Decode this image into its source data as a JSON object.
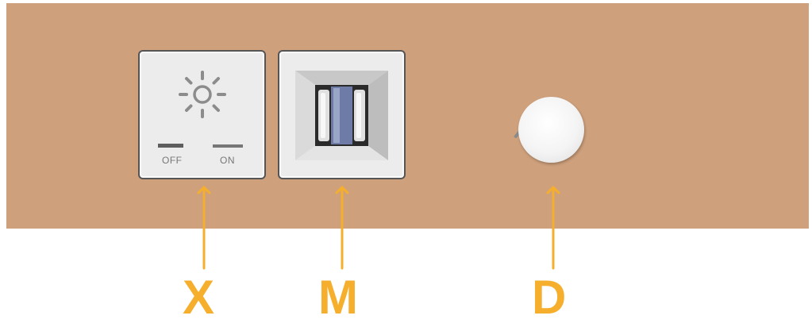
{
  "switch": {
    "off_label": "OFF",
    "on_label": "ON",
    "icon": "sun-icon"
  },
  "usb": {
    "icon": "dual-usb-port-icon"
  },
  "knob": {
    "icon": "rotary-knob-icon"
  },
  "callouts": {
    "switch_label": "X",
    "usb_label": "M",
    "knob_label": "D"
  },
  "colors": {
    "panel": "#cea07c",
    "tile": "#ececec",
    "callout": "#f6ae2d"
  }
}
